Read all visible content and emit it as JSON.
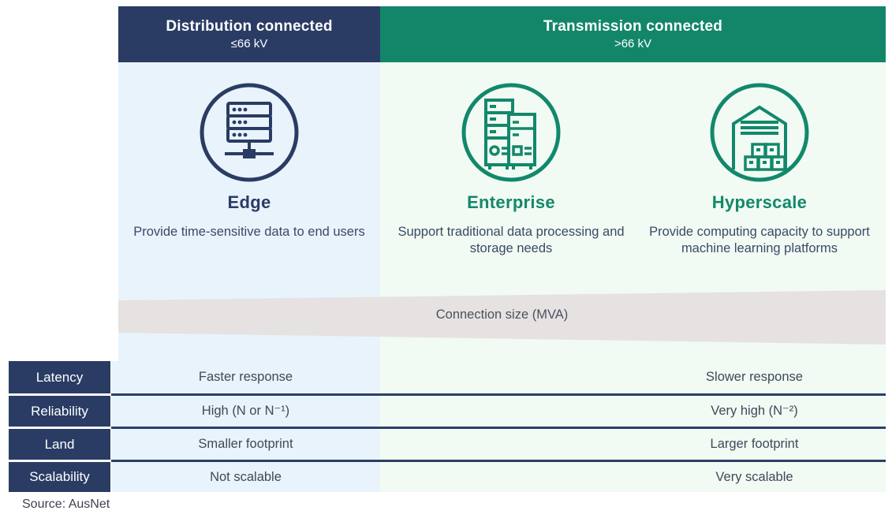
{
  "header": {
    "distribution": {
      "title": "Distribution connected",
      "subtitle": "≤66 kV"
    },
    "transmission": {
      "title": "Transmission connected",
      "subtitle": ">66 kV"
    }
  },
  "columns": {
    "edge": {
      "title": "Edge",
      "description": "Provide time-sensitive data to end users",
      "icon": "server-rack-icon"
    },
    "enterprise": {
      "title": "Enterprise",
      "description": "Support traditional data processing and storage needs",
      "icon": "server-towers-icon"
    },
    "hyperscale": {
      "title": "Hyperscale",
      "description": "Provide computing capacity to support machine learning platforms",
      "icon": "warehouse-icon"
    }
  },
  "connection_band": {
    "label": "Connection size (MVA)"
  },
  "comparison_rows": [
    {
      "label": "Latency",
      "distribution_value": "Faster response",
      "transmission_value": "Slower response"
    },
    {
      "label": "Reliability",
      "distribution_value": "High (N or N⁻¹)",
      "transmission_value": "Very high (N⁻²)"
    },
    {
      "label": "Land",
      "distribution_value": "Smaller footprint",
      "transmission_value": "Larger footprint"
    },
    {
      "label": "Scalability",
      "distribution_value": "Not scalable",
      "transmission_value": "Very scalable"
    }
  ],
  "source": "Source: AusNet",
  "colors": {
    "navy": "#2A3C64",
    "green": "#13866A",
    "light_blue": "#E9F3FB",
    "light_green": "#F1FAF3",
    "band_gray": "#E6E2E1"
  }
}
